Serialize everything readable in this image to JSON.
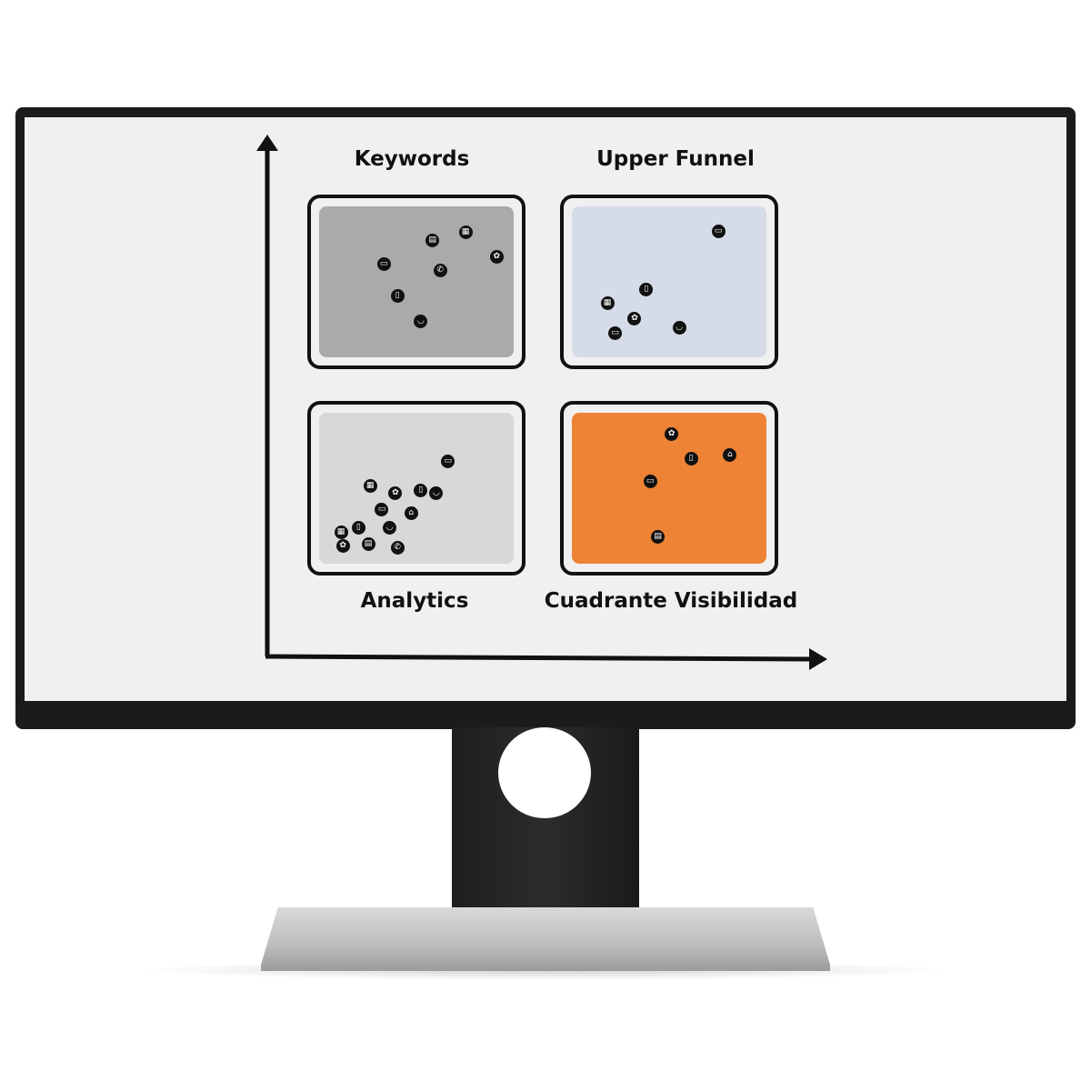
{
  "quadrants": [
    {
      "id": "keywords",
      "label": "Keywords",
      "color": "#aaaaaa",
      "markers": [
        {
          "icon": "document-icon",
          "glyph": "▤",
          "x": 0.58,
          "y": 0.22
        },
        {
          "icon": "calendar-icon",
          "glyph": "▦",
          "x": 0.75,
          "y": 0.17
        },
        {
          "icon": "chat-icon",
          "glyph": "▭",
          "x": 0.33,
          "y": 0.38
        },
        {
          "icon": "phone-icon",
          "glyph": "✆",
          "x": 0.62,
          "y": 0.42
        },
        {
          "icon": "plant-icon",
          "glyph": "✿",
          "x": 0.91,
          "y": 0.33
        },
        {
          "icon": "bottle-icon",
          "glyph": "▯",
          "x": 0.4,
          "y": 0.59
        },
        {
          "icon": "smile-icon",
          "glyph": "◡",
          "x": 0.52,
          "y": 0.76
        }
      ]
    },
    {
      "id": "upper-funnel",
      "label": "Upper Funnel",
      "color": "#d6dbe8",
      "markers": [
        {
          "icon": "chat-icon",
          "glyph": "▭",
          "x": 0.75,
          "y": 0.16
        },
        {
          "icon": "bottle-icon",
          "glyph": "▯",
          "x": 0.38,
          "y": 0.55
        },
        {
          "icon": "calendar-icon",
          "glyph": "▦",
          "x": 0.18,
          "y": 0.64
        },
        {
          "icon": "plant-icon",
          "glyph": "✿",
          "x": 0.32,
          "y": 0.74
        },
        {
          "icon": "chat-icon",
          "glyph": "▭",
          "x": 0.22,
          "y": 0.84
        },
        {
          "icon": "smile-icon",
          "glyph": "◡",
          "x": 0.55,
          "y": 0.8
        }
      ]
    },
    {
      "id": "analytics",
      "label": "Analytics",
      "color": "#d8d8d8",
      "markers": [
        {
          "icon": "chat-icon",
          "glyph": "▭",
          "x": 0.66,
          "y": 0.32
        },
        {
          "icon": "calendar-icon",
          "glyph": "▦",
          "x": 0.26,
          "y": 0.48
        },
        {
          "icon": "plant-icon",
          "glyph": "✿",
          "x": 0.39,
          "y": 0.53
        },
        {
          "icon": "bottle-icon",
          "glyph": "▯",
          "x": 0.52,
          "y": 0.51
        },
        {
          "icon": "smile-icon",
          "glyph": "◡",
          "x": 0.6,
          "y": 0.53
        },
        {
          "icon": "chat-icon",
          "glyph": "▭",
          "x": 0.32,
          "y": 0.64
        },
        {
          "icon": "home-icon",
          "glyph": "⌂",
          "x": 0.47,
          "y": 0.66
        },
        {
          "icon": "bottle-icon",
          "glyph": "▯",
          "x": 0.2,
          "y": 0.76
        },
        {
          "icon": "smile-icon",
          "glyph": "◡",
          "x": 0.36,
          "y": 0.76
        },
        {
          "icon": "calendar-icon",
          "glyph": "▦",
          "x": 0.11,
          "y": 0.79
        },
        {
          "icon": "plant-icon",
          "glyph": "✿",
          "x": 0.12,
          "y": 0.88
        },
        {
          "icon": "document-icon",
          "glyph": "▤",
          "x": 0.25,
          "y": 0.87
        },
        {
          "icon": "phone-icon",
          "glyph": "✆",
          "x": 0.4,
          "y": 0.89
        }
      ]
    },
    {
      "id": "visibility",
      "label": "Cuadrante Visibilidad",
      "color": "#ee8335",
      "markers": [
        {
          "icon": "plant-icon",
          "glyph": "✿",
          "x": 0.51,
          "y": 0.14
        },
        {
          "icon": "bottle-icon",
          "glyph": "▯",
          "x": 0.61,
          "y": 0.3
        },
        {
          "icon": "home-icon",
          "glyph": "⌂",
          "x": 0.81,
          "y": 0.28
        },
        {
          "icon": "chat-icon",
          "glyph": "▭",
          "x": 0.4,
          "y": 0.45
        },
        {
          "icon": "document-icon",
          "glyph": "▤",
          "x": 0.44,
          "y": 0.82
        }
      ]
    }
  ]
}
